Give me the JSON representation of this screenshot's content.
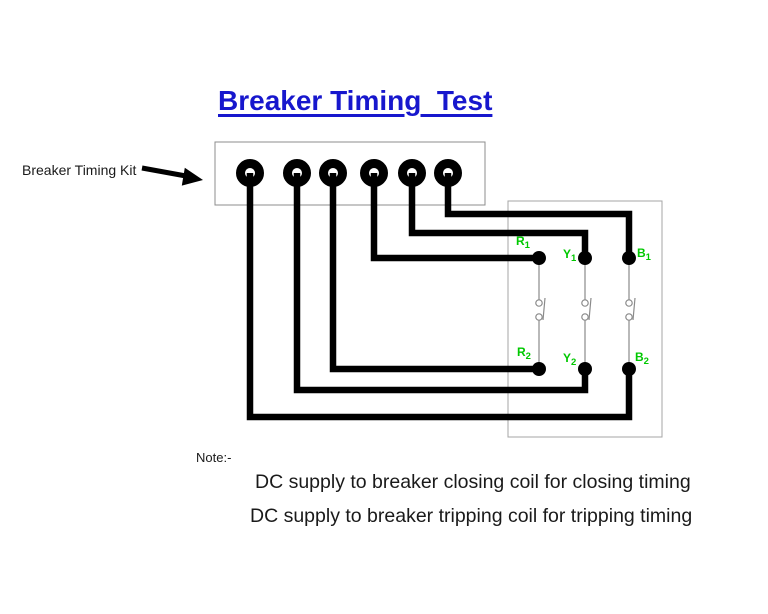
{
  "title": "Breaker Timing  Test",
  "kit": {
    "label": "Breaker Timing Kit",
    "terminal_count": 6
  },
  "breaker_contacts": {
    "r1": {
      "base": "R",
      "sub": "1"
    },
    "y1": {
      "base": "Y",
      "sub": "1"
    },
    "b1": {
      "base": "B",
      "sub": "1"
    },
    "r2": {
      "base": "R",
      "sub": "2"
    },
    "y2": {
      "base": "Y",
      "sub": "2"
    },
    "b2": {
      "base": "B",
      "sub": "2"
    }
  },
  "connections": [
    "kit terminal 1 to B2",
    "kit terminal 2 to Y2",
    "kit terminal 3 to R2",
    "kit terminal 4 to R1",
    "kit terminal 5 to Y1",
    "kit terminal 6 to B1"
  ],
  "note": {
    "label": "Note:-",
    "lines": [
      "DC supply to breaker closing coil for closing timing",
      "DC supply to breaker tripping coil for tripping timing"
    ]
  },
  "colors": {
    "title_blue": "#1717cd",
    "label_green": "#00c800",
    "wire_black": "#000000",
    "box_gray": "#8c8c8c",
    "thin_gray": "#8a8a8a",
    "text_black": "#1a1a1a"
  }
}
